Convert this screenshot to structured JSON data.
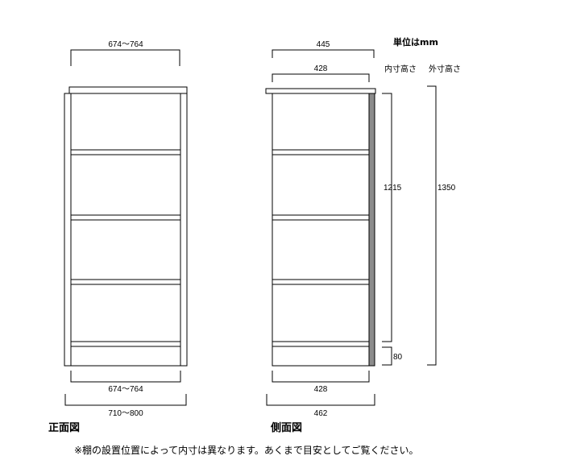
{
  "front_view": {
    "caption": "正面図",
    "top_width": "674〜764",
    "inner_width": "674〜764",
    "outer_width": "710〜800"
  },
  "side_view": {
    "caption": "側面図",
    "top_depth": "445",
    "shelf_depth_top": "428",
    "shelf_depth_bottom": "428",
    "outer_depth": "462",
    "inner_height": "1215",
    "outer_height": "1350",
    "plinth_height": "80"
  },
  "unit_label": "単位はmm",
  "column_headers": {
    "inner_height": "内寸高さ",
    "outer_height": "外寸高さ"
  },
  "footnote": "※棚の設置位置によって内寸は異なります。あくまで目安としてご覧ください。",
  "colors": {
    "line": "#000000",
    "back_panel": "#8c8c8c"
  }
}
